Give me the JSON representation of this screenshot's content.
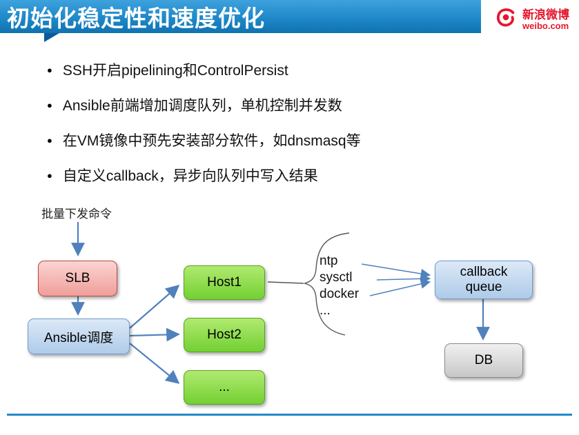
{
  "header": {
    "title": "初始化稳定性和速度优化"
  },
  "logo": {
    "name": "新浪微博",
    "domain": "weibo.com"
  },
  "icons": {
    "bullet": "●"
  },
  "bullets": [
    "SSH开启pipelining和ControlPersist",
    "Ansible前端增加调度队列，单机控制并发数",
    "在VM镜像中预先安装部分软件，如dnsmasq等",
    "自定义callback，异步向队列中写入结果"
  ],
  "diagram": {
    "start_label": "批量下发命令",
    "nodes": {
      "slb": {
        "label": "SLB"
      },
      "ansible": {
        "label": "Ansible调度"
      },
      "host1": {
        "label": "Host1"
      },
      "host2": {
        "label": "Host2"
      },
      "host_more": {
        "label": "..."
      },
      "callback_queue": {
        "label": "callback queue"
      },
      "db": {
        "label": "DB"
      }
    },
    "services": [
      "ntp",
      "sysctl",
      "docker",
      "..."
    ]
  },
  "colors": {
    "header_blue": "#1e88c9",
    "notch_blue": "#0a5a9c",
    "arrow_blue": "#4f81bd",
    "slb_fill": "#ef9e9a",
    "host_fill": "#73d033",
    "queue_fill": "#c6dbf1",
    "db_fill": "#d9d9d9",
    "weibo_red": "#e6162d",
    "footer_blue": "#2488c8"
  }
}
